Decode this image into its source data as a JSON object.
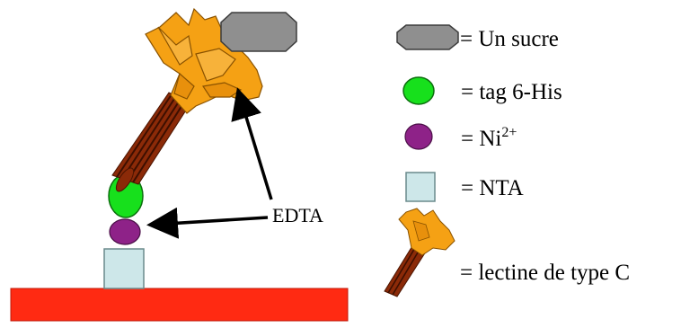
{
  "labels": {
    "edta": "EDTA"
  },
  "legend": {
    "sucre": "= Un sucre",
    "tag_prefix": "= tag 6-His",
    "ni_prefix": "= Ni",
    "ni_superscript": "2+",
    "nta": "= NTA",
    "lectine": "= lectine de type C"
  },
  "colors": {
    "surface": "#ff2a12",
    "nta": "#cde7e9",
    "ni": "#8e2288",
    "his_tag": "#17e01c",
    "rod": "#8b2a08",
    "lectin": "#f5a114",
    "sugar": "#8f8f8f"
  }
}
